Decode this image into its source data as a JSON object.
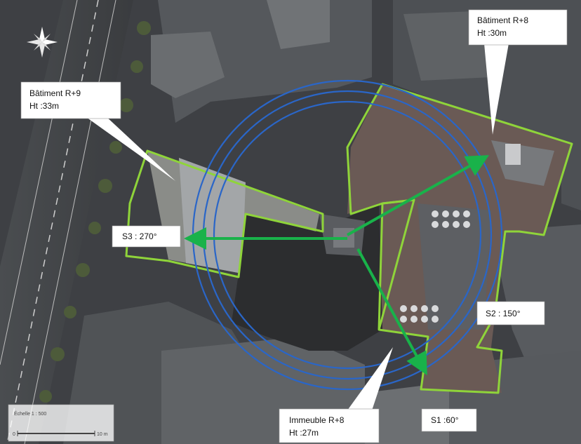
{
  "callouts": {
    "building_left": {
      "line1": "Bâtiment R+9",
      "line2": "Ht :33m"
    },
    "building_top_right": {
      "line1": "Bâtiment R+8",
      "line2": "Ht :30m"
    },
    "building_bottom": {
      "line1": "Immeuble R+8",
      "line2": "Ht :27m"
    }
  },
  "sectors": {
    "s1": "S1 :60°",
    "s2": "S2 : 150°",
    "s3": "S3 : 270°"
  },
  "scale": {
    "label": "Échelle 1 : 500",
    "start": "0",
    "end": "10 m"
  },
  "colors": {
    "outline": "#8fd43a",
    "circles": "#2a66c8",
    "arrows": "#19b24a",
    "label_bg": "#ffffff"
  },
  "icons": [
    "compass-rose-icon"
  ]
}
